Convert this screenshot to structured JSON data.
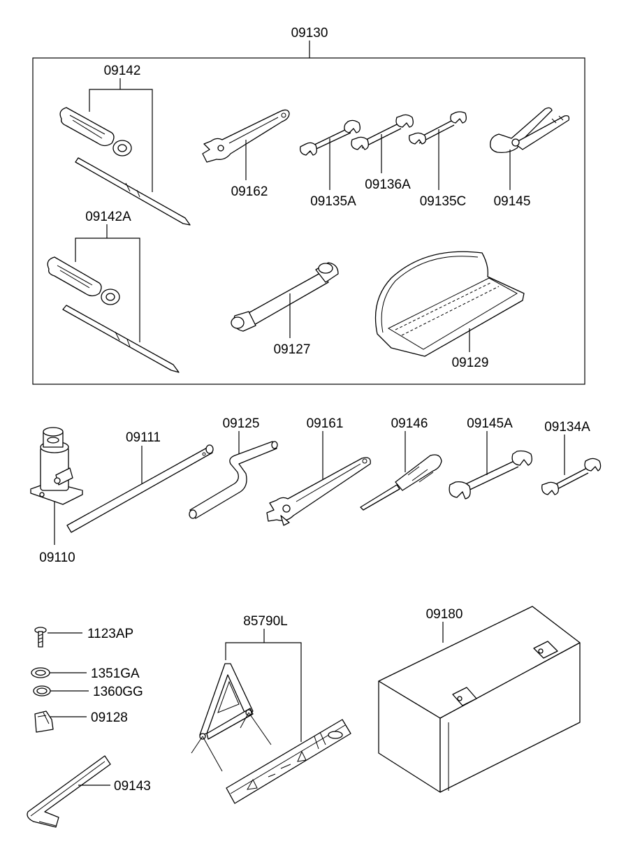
{
  "diagram": {
    "labels": {
      "kit": "09130",
      "screwdriver_a": "09142",
      "screwdriver_b": "09142A",
      "adjustable_wrench_kit": "09162",
      "spanner_a": "09135A",
      "spanner_b": "09136A",
      "spanner_c": "09135C",
      "pliers": "09145",
      "box_spanner": "09127",
      "tool_bag": "09129",
      "jack": "09110",
      "jack_handle": "09111",
      "crank_handle": "09125",
      "adjustable_wrench": "09161",
      "screwdriver_c": "09146",
      "spanner_d": "09145A",
      "spanner_e": "09134A",
      "bolt": "1123AP",
      "washer_a": "1351GA",
      "washer_b": "1360GG",
      "clip": "09128",
      "hex_key": "09143",
      "warning_triangle": "85790L",
      "tool_box": "09180"
    }
  }
}
